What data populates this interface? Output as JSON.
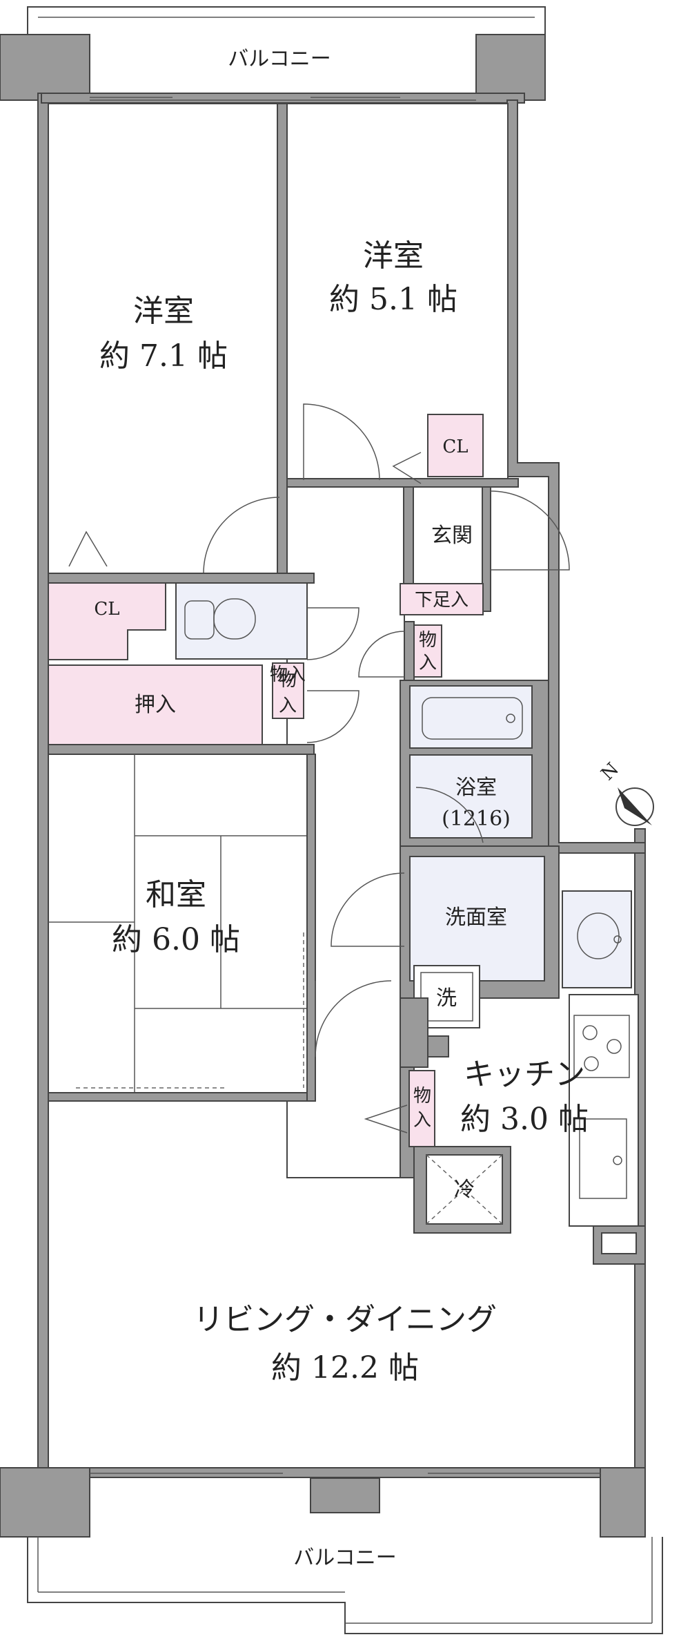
{
  "balcony_top": "バルコニー",
  "balcony_bottom": "バルコニー",
  "rooms": {
    "western_a": {
      "name": "洋室",
      "size": "約 7.1 帖"
    },
    "western_b": {
      "name": "洋室",
      "size": "約 5.1 帖"
    },
    "japanese": {
      "name": "和室",
      "size": "約 6.0 帖"
    },
    "living": {
      "name": "リビング・ダイニング",
      "size": "約 12.2 帖"
    },
    "kitchen": {
      "name": "キッチン",
      "size": "約 3.0 帖"
    },
    "bath": {
      "name": "浴室",
      "size": "(1216)"
    },
    "washroom": {
      "name": "洗面室"
    },
    "entrance": {
      "name": "玄関"
    }
  },
  "storage": {
    "cl_a": "CL",
    "cl_b": "CL",
    "oshiire": "押入",
    "shoes": "下足入",
    "mono_1": "物",
    "mono_1b": "入",
    "mono_2": "物入",
    "mono_3": "物",
    "mono_3b": "入",
    "mono_4": "物",
    "mono_4b": "入"
  },
  "fixtures": {
    "washer": "洗",
    "fridge": "冷"
  },
  "compass": "N",
  "colors": {
    "storage": "#f9e1ec",
    "wet_area": "#eef0f9",
    "wall": "#9a9a9a"
  }
}
